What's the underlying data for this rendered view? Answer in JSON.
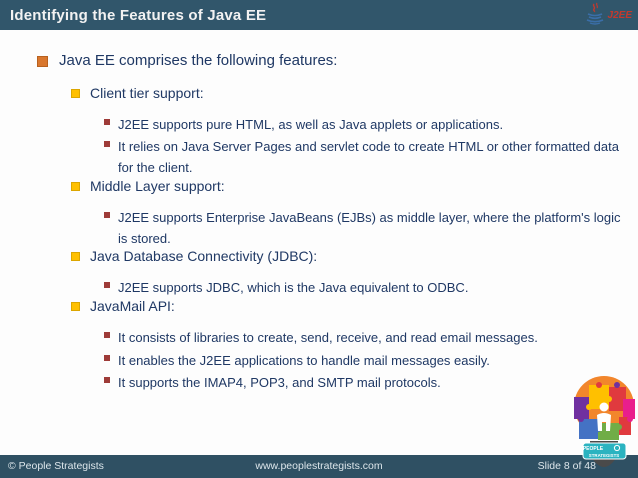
{
  "header": {
    "title": "Identifying the Features of Java EE",
    "logo_text": "J2EE"
  },
  "content": {
    "items": [
      {
        "level": 1,
        "text": "Java EE comprises the following features:"
      },
      {
        "level": 2,
        "text": "Client tier support:"
      },
      {
        "level": 3,
        "text": "J2EE supports pure HTML, as well as Java applets or applications."
      },
      {
        "level": 3,
        "text": "It relies on Java Server Pages and servlet code to create HTML or other formatted data for the client."
      },
      {
        "level": 2,
        "text": "Middle Layer support:"
      },
      {
        "level": 3,
        "text": "J2EE supports Enterprise JavaBeans (EJBs) as middle layer, where the platform's logic is stored."
      },
      {
        "level": 2,
        "text": "Java Database Connectivity (JDBC):"
      },
      {
        "level": 3,
        "text": "J2EE supports JDBC, which is the Java equivalent to ODBC."
      },
      {
        "level": 2,
        "text": "JavaMail API:"
      },
      {
        "level": 3,
        "text": "It consists of libraries to create, send, receive, and read email messages."
      },
      {
        "level": 3,
        "text": "It enables the J2EE applications to handle mail messages easily."
      },
      {
        "level": 3,
        "text": "It supports the IMAP4, POP3, and SMTP mail protocols."
      }
    ]
  },
  "footer": {
    "copyright": "© People Strategists",
    "website": "www.peoplestrategists.com",
    "slide_number": "Slide 8 of 48"
  },
  "bulb_logo": {
    "line1": "PEOPLE",
    "line2": "STRATEGISTS"
  },
  "colors": {
    "header_bg": "#31566b",
    "footer_bg": "#2f5063",
    "text_navy": "#1f3864",
    "bullet_level1": "#d9772e",
    "bullet_level2": "#ffc000",
    "bullet_level3": "#9e3b38",
    "logo_red": "#c2392e"
  }
}
